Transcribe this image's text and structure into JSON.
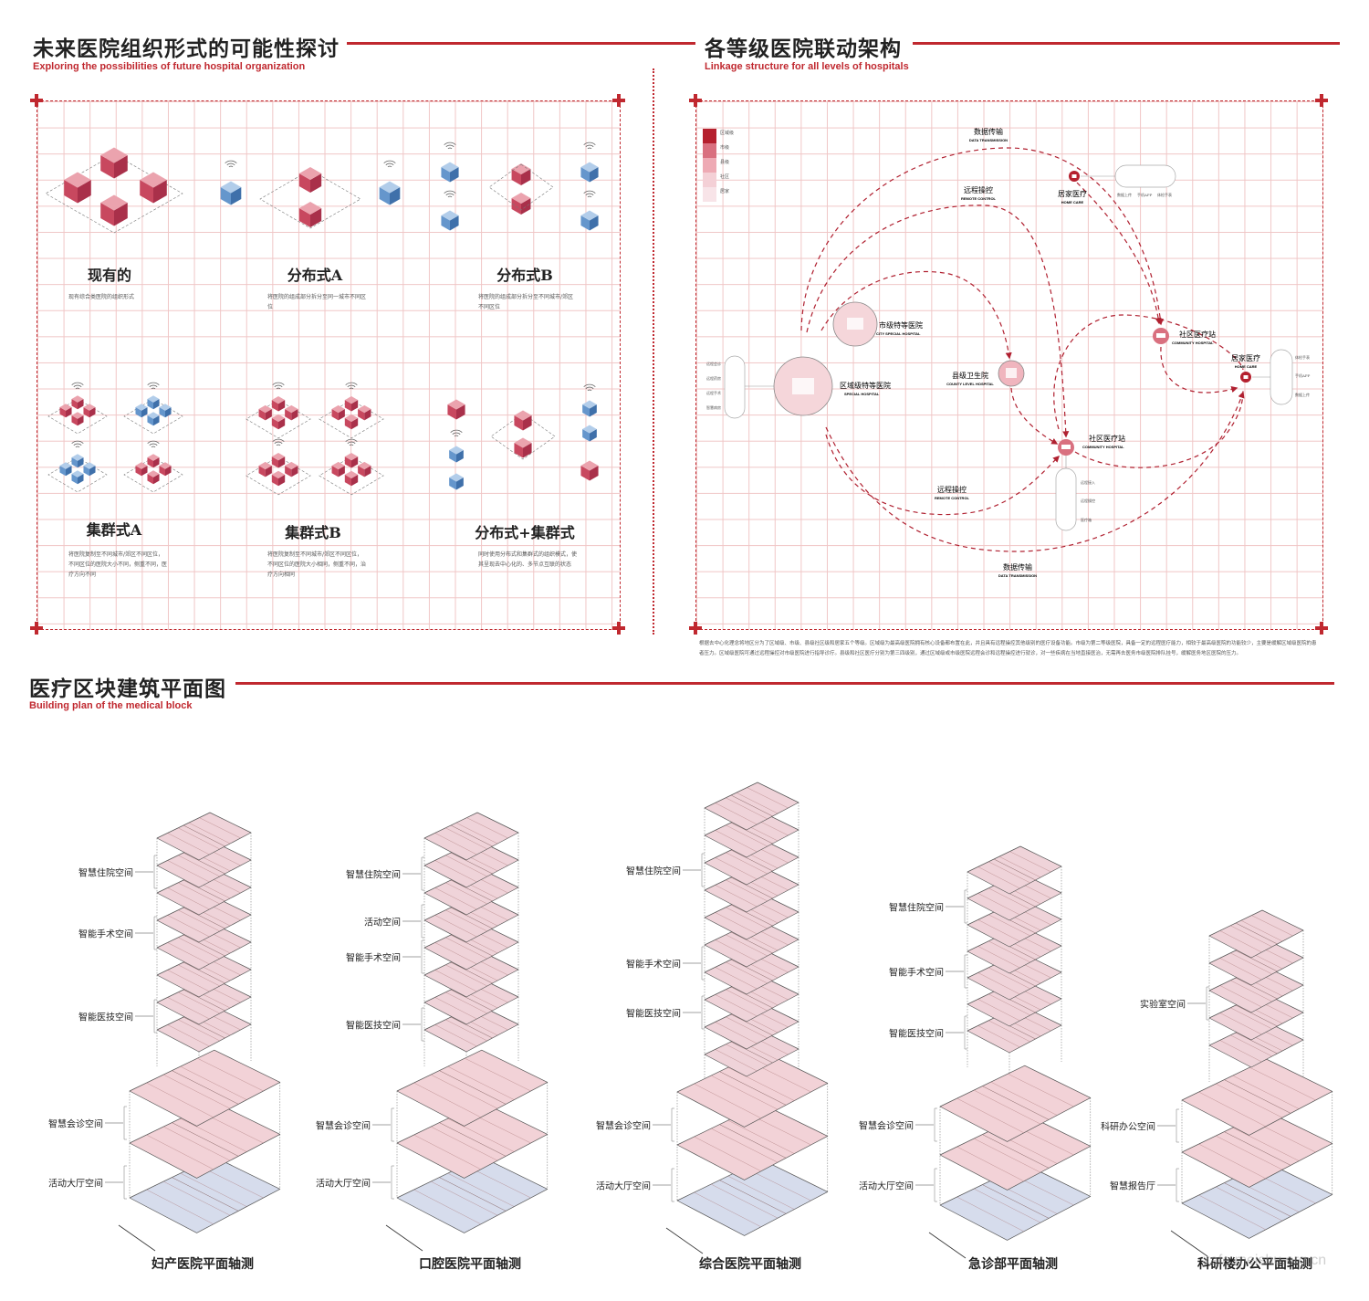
{
  "section1": {
    "title": "未来医院组织形式的可能性探讨",
    "subtitle": "Exploring the possibilities of future hospital organization",
    "items": [
      {
        "title": "现有的",
        "desc": "现有综合类医院的组织形式"
      },
      {
        "title": "分布式A",
        "desc": "将医院的组成部分拆分至同一城市不同区位"
      },
      {
        "title": "分布式B",
        "desc": "将医院的组成部分拆分至不同城市/郊区不同区位"
      },
      {
        "title": "集群式A",
        "desc": "将医院复制至不同城市/郊区不同区位，不同区位的医院大小不同，侧重不同，医疗方向不同"
      },
      {
        "title": "集群式B",
        "desc": "将医院复制至不同城市/郊区不同区位，不同区位的医院大小相同，侧重不同，治疗方向相同"
      },
      {
        "title": "分布式+集群式",
        "desc": "同时使用分布式和集群式的组织模式，使其呈现去中心化的、多节点互联的状态"
      }
    ],
    "colors": {
      "red": "#c0435a",
      "blue": "#5a8cc4"
    }
  },
  "section2": {
    "title": "各等级医院联动架构",
    "subtitle": "Linkage structure for all levels of hospitals",
    "legend": [
      "区域级",
      "市级",
      "县级",
      "社区",
      "居家"
    ],
    "labels": {
      "data_top_cn": "数据传输",
      "data_top_en": "DATA TRANSMISSION",
      "remote_top_cn": "远程操控",
      "remote_top_en": "REMOTE CONTROL",
      "home1_cn": "居家医疗",
      "home1_en": "HOME CARE",
      "home1_devices": [
        "数据上传",
        "手机APP",
        "体检手表"
      ],
      "city_cn": "市级特等医院",
      "city_en": "CITY SPECIAL HOSPITAL",
      "region_cn": "区域级特等医院",
      "region_en": "SPECIAL HOSPITAL",
      "region_services": [
        "远程会诊",
        "远程药房",
        "远程手术",
        "智慧病房"
      ],
      "county_cn": "县级卫生院",
      "county_en": "COUNTY LEVEL HOSPITAL",
      "comm1_cn": "社区医疗站",
      "comm1_en": "COMMUNITY HOSPITAL",
      "home2_cn": "居家医疗",
      "home2_en": "HOME CARE",
      "home2_devices": [
        "体检手表",
        "手机APP",
        "数据上传"
      ],
      "comm2_cn": "社区医疗站",
      "comm2_en": "COMMUNITY HOSPITAL",
      "comm2_services": [
        "远程接入",
        "远程操控",
        "医疗箱"
      ],
      "remote_bot_cn": "远程操控",
      "remote_bot_en": "REMOTE CONTROL",
      "data_bot_cn": "数据传输",
      "data_bot_en": "DATA TRANSMISSION"
    },
    "paragraph": "根据去中心化理念将地区分为了区域级、市级、县级社区级和居家五个等级。区域级为最高级医院拥有核心设备都布置在此，并且具有远程操控其他级别的医疗设备功能。市级为第二等级医院，具备一定的远程医疗能力，相较于最高级医院的功能较少，主要是缓解区域级医院的患者压力。区域级医院可通过远程操控对市级医院进行指导诊疗。县级和社区医疗分别为第三四级别，通过区域级或市级医院远程会诊和远程操控进行就诊，对一些疾病在当地直接医治，无需再去医务市级医院排队挂号，缓解医务地区医院的压力。",
    "accent": "#c0282f"
  },
  "section3": {
    "title": "医疗区块建筑平面图",
    "subtitle": "Building plan of the medical block",
    "stacks": [
      {
        "title": "妇产医院平面轴测",
        "labels": [
          "智慧住院空间",
          "智能手术空间",
          "智能医技空间",
          "智慧会诊空间",
          "活动大厅空间"
        ]
      },
      {
        "title": "口腔医院平面轴测",
        "labels": [
          "智慧住院空间",
          "活动空间",
          "智能手术空间",
          "智能医技空间",
          "智慧会诊空间",
          "活动大厅空间"
        ]
      },
      {
        "title": "综合医院平面轴测",
        "labels": [
          "智慧住院空间",
          "智能手术空间",
          "智能医技空间",
          "智慧会诊空间",
          "活动大厅空间"
        ]
      },
      {
        "title": "急诊部平面轴测",
        "labels": [
          "智慧住院空间",
          "智能手术空间",
          "智能医技空间",
          "智慧会诊空间",
          "活动大厅空间"
        ]
      },
      {
        "title": "科研楼办公平面轴测",
        "labels": [
          "实验室空间",
          "科研办公空间",
          "智慧报告厅"
        ]
      }
    ]
  },
  "watermark": "xafa.meishu.org.cn"
}
